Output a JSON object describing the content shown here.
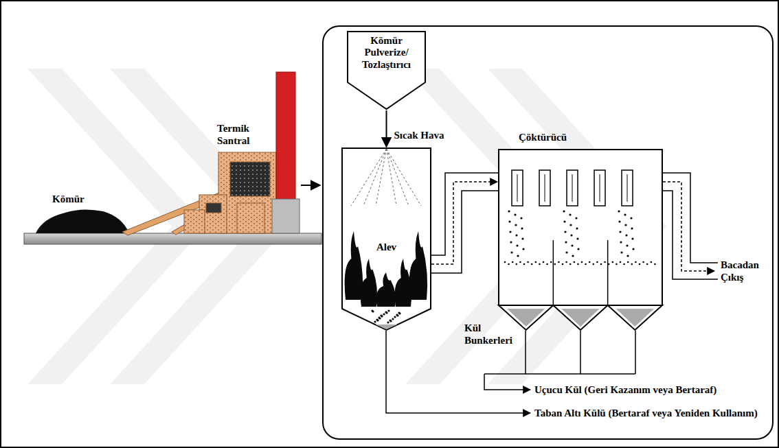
{
  "diagram": {
    "nodes": [
      {
        "text": [
          "Kömür Pulverize/ Tozlaştırıcı"
        ]
      },
      {
        "text": [
          "Alev"
        ]
      },
      {
        "text": [
          "Çöktürücü"
        ]
      }
    ],
    "edges": [
      {
        "from": 0,
        "to": 1,
        "arrow": "to",
        "label": "Sıcak Hava"
      },
      {
        "from": 1,
        "to": 2,
        "arrow": "to"
      }
    ],
    "labels": [
      "Kömür",
      "Termik Santral",
      "Kül Bunkerleri",
      "Bacadan Çıkış",
      "Uçucu Kül (Geri Kazanım veya Bertaraf)",
      "Taban Altı Külü (Bertaraf veya Yeniden Kullanım)"
    ]
  }
}
